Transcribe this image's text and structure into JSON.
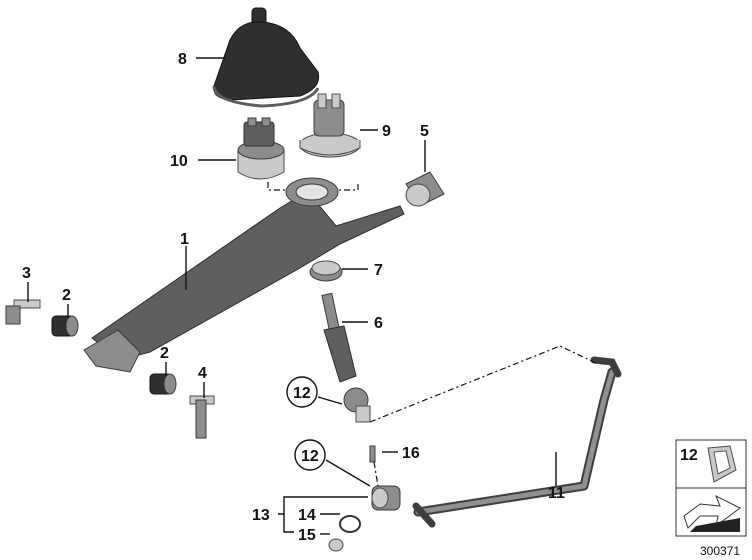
{
  "callouts": {
    "c1": "1",
    "c2a": "2",
    "c2b": "2",
    "c3": "3",
    "c4": "4",
    "c5": "5",
    "c6": "6",
    "c7": "7",
    "c8": "8",
    "c9": "9",
    "c10": "10",
    "c11": "11",
    "c12a": "12",
    "c12b": "12",
    "c13": "13",
    "c14": "14",
    "c15": "15",
    "c16": "16"
  },
  "legend": {
    "label": "12"
  },
  "reference_number": "300371"
}
